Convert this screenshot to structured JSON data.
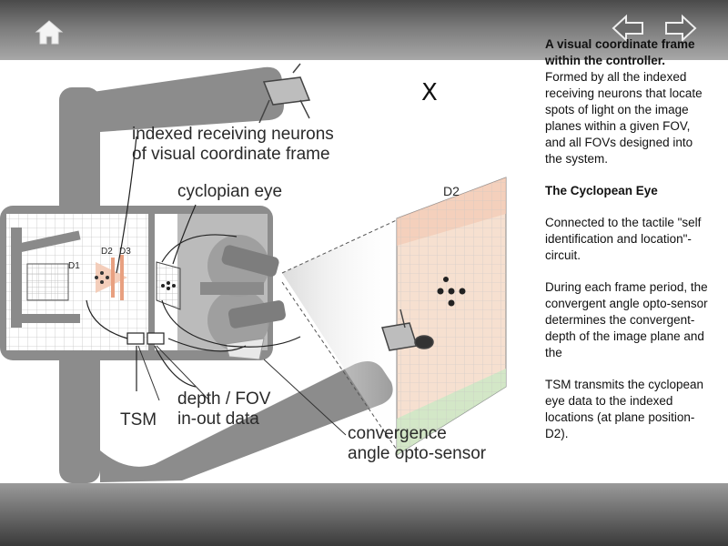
{
  "nav": {
    "home_icon": "home-icon",
    "prev_icon": "arrow-left-icon",
    "next_icon": "arrow-right-icon"
  },
  "figure": {
    "close_mark": "X",
    "label_indexed": "indexed receiving neurons\nof visual coordinate frame",
    "label_cyclopian": "cyclopian eye",
    "label_d2": "D2",
    "label_d1": "D1",
    "label_d2_small": "D2",
    "label_d3": "D3",
    "label_depth": "depth / FOV\nin-out data",
    "label_tsm": "TSM",
    "label_convergence": "convergence\nangle opto-sensor",
    "colors": {
      "frame": "#8c8c8c",
      "pink": "#f3c9b4",
      "green": "#cde8c6"
    }
  },
  "panel": {
    "heading": "A visual coordinate frame within the controller.",
    "para1": "Formed by all the indexed receiving neurons that locate spots of light on the image planes within a given FOV, and all FOVs designed into the system.",
    "subheading": "The Cyclopean Eye",
    "para2": "Connected to the tactile \"self identification and location\"-circuit.",
    "para3": "During each frame period, the convergent angle opto-sensor determines the convergent-depth of the image plane and the",
    "para4": "TSM transmits the cyclopean eye data to the indexed locations (at plane position-D2)."
  }
}
